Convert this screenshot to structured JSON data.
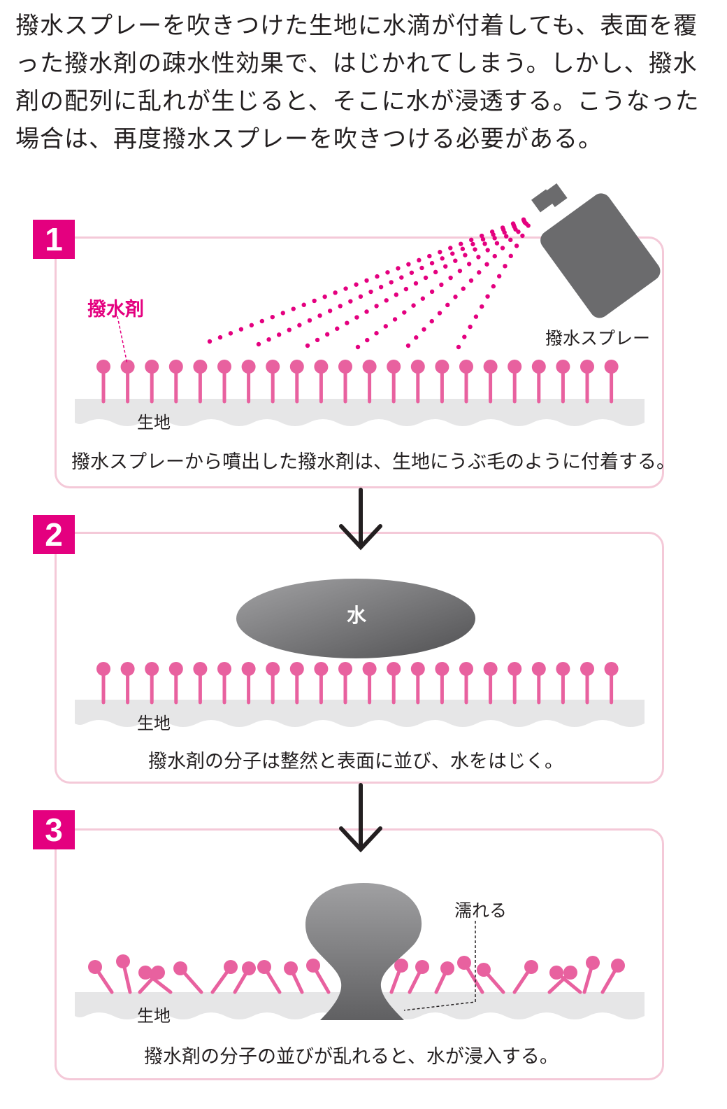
{
  "intro_text": "撥水スプレーを吹きつけた生地に水滴が付着しても、表面を覆った撥水剤の疎水性効果で、はじかれてしまう。しかし、撥水剤の配列に乱れが生じると、そこに水が浸透する。こうなった場合は、再度撥水スプレーを吹きつける必要がある。",
  "steps": [
    {
      "number": "1",
      "caption": "撥水スプレーから噴出した撥水剤は、生地にうぶ毛のように付着する。",
      "fabric_label": "生地"
    },
    {
      "number": "2",
      "caption": "撥水剤の分子は整然と表面に並び、水をはじく。",
      "fabric_label": "生地"
    },
    {
      "number": "3",
      "caption": "撥水剤の分子の並びが乱れると、水が浸入する。",
      "fabric_label": "生地"
    }
  ],
  "labels": {
    "agent": "撥水剤",
    "spray": "撥水スプレー",
    "water": "水",
    "wet": "濡れる"
  },
  "colors": {
    "accent": "#e4007f",
    "molecule": "#e8619f",
    "panel_border": "#f4c9d8",
    "fabric": "#e6e6e7",
    "water_dark": "#5c5c5e",
    "water_light": "#a2a2a4",
    "spray_can": "#6b6b6d"
  }
}
